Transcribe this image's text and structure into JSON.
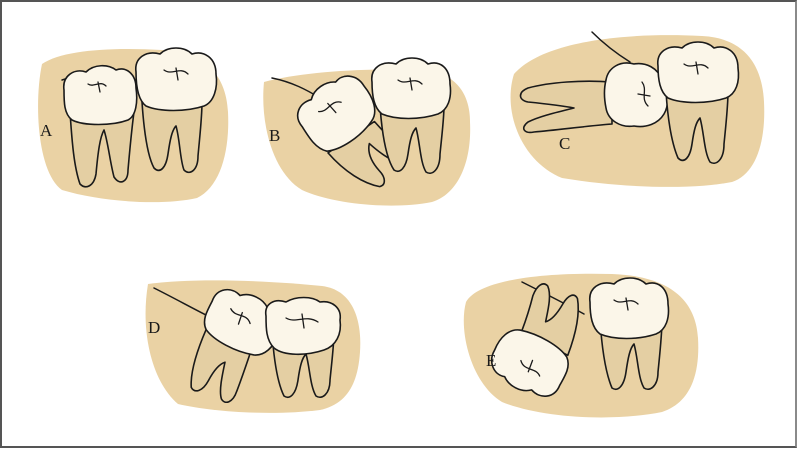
{
  "colors": {
    "gum": "#ead2a4",
    "crown": "#fbf6e9",
    "crown_shade": "#efe2c4",
    "root": "#e4cfa3",
    "outline": "#1a1a1a"
  },
  "panels": [
    {
      "id": "A",
      "label": "A"
    },
    {
      "id": "B",
      "label": "B"
    },
    {
      "id": "C",
      "label": "C"
    },
    {
      "id": "D",
      "label": "D"
    },
    {
      "id": "E",
      "label": "E"
    }
  ]
}
